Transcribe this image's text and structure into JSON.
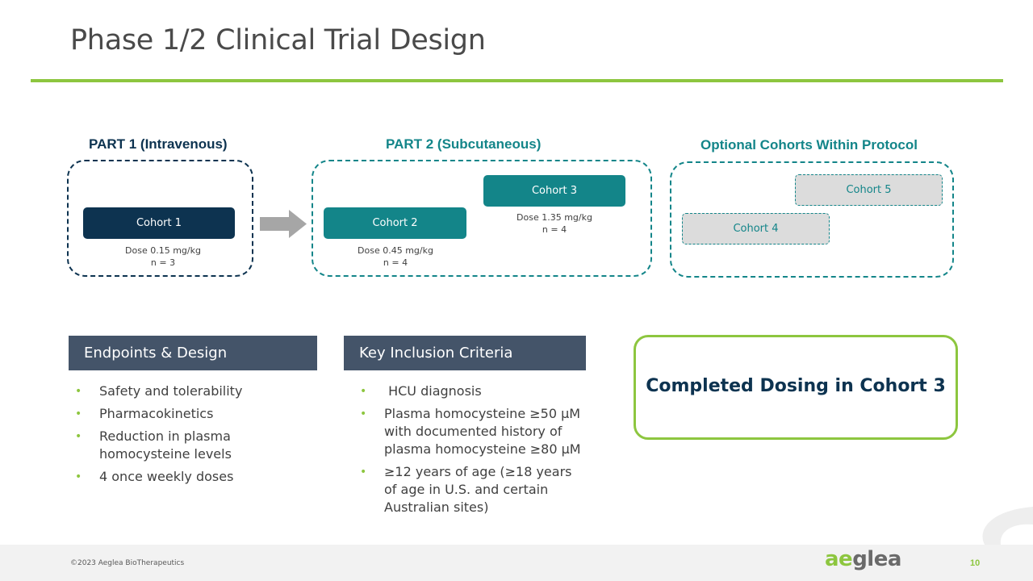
{
  "slide": {
    "title": "Phase 1/2 Clinical Trial Design",
    "accent_color": "#8dc63f",
    "navy_color": "#0d3350",
    "teal_color": "#138589"
  },
  "design": {
    "part1_label": "PART 1 (Intravenous)",
    "part2_label": "PART 2 (Subcutaneous)",
    "optional_label": "Optional Cohorts Within Protocol",
    "cohort1": {
      "label": "Cohort 1",
      "dose": "Dose 0.15 mg/kg",
      "n": "n = 3"
    },
    "cohort2": {
      "label": "Cohort 2",
      "dose": "Dose 0.45 mg/kg",
      "n": "n = 4"
    },
    "cohort3": {
      "label": "Cohort 3",
      "dose": "Dose 1.35 mg/kg",
      "n": "n = 4"
    },
    "cohort4": {
      "label": "Cohort 4"
    },
    "cohort5": {
      "label": "Cohort 5"
    },
    "arrow_icon": "right-arrow-icon"
  },
  "endpoints": {
    "header": "Endpoints & Design",
    "items": [
      "Safety and tolerability",
      "Pharmacokinetics",
      "Reduction in plasma homocysteine levels",
      "4 once weekly doses"
    ]
  },
  "inclusion": {
    "header": "Key Inclusion Criteria",
    "items": [
      " HCU diagnosis",
      "Plasma homocysteine ≥50 µM with documented history of plasma homocysteine ≥80 µM",
      "≥12 years of age (≥18 years of age in U.S. and certain Australian sites)"
    ]
  },
  "callout": {
    "text": "Completed Dosing in Cohort 3"
  },
  "footer": {
    "copyright": "©2023 Aeglea BioTherapeutics",
    "logo_prefix": "ae",
    "logo_suffix": "glea",
    "page_number": "10"
  }
}
